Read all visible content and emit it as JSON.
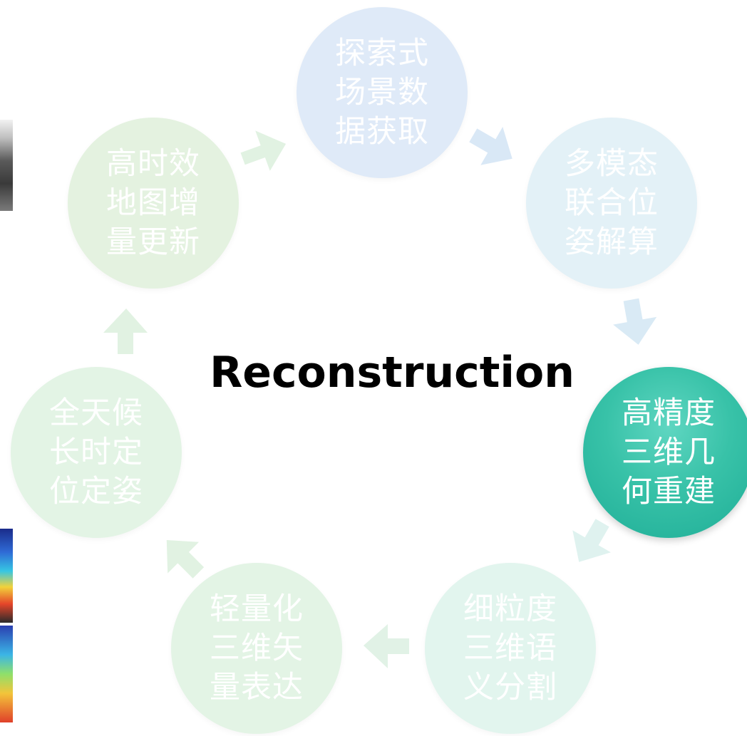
{
  "title": "Reconstruction",
  "nodes": [
    {
      "id": "data-acquisition",
      "label": "探索式场景数据获取",
      "state": "faded",
      "color": "#dfeaf8"
    },
    {
      "id": "pose-solving",
      "label": "多模态联合位姿解算",
      "state": "faded",
      "color": "#e3f1f7"
    },
    {
      "id": "geometry-reconstruction",
      "label": "高精度三维几何重建",
      "state": "active",
      "color": "#35c0a6"
    },
    {
      "id": "semantic-segmentation",
      "label": "细粒度三维语义分割",
      "state": "faded",
      "color": "#e2f5ee"
    },
    {
      "id": "vector-representation",
      "label": "轻量化三维矢量表达",
      "state": "faded",
      "color": "#e3f4e5"
    },
    {
      "id": "positioning",
      "label": "全天候长时定位定姿",
      "state": "faded",
      "color": "#e3f4e5"
    },
    {
      "id": "map-update",
      "label": "高时效地图增量更新",
      "state": "faded",
      "color": "#e4f2e0"
    }
  ],
  "colors": {
    "accent": "#35c0a6",
    "arrow_blue": "#d9e8f6",
    "arrow_green": "#e1f2e2",
    "title": "#000000"
  }
}
